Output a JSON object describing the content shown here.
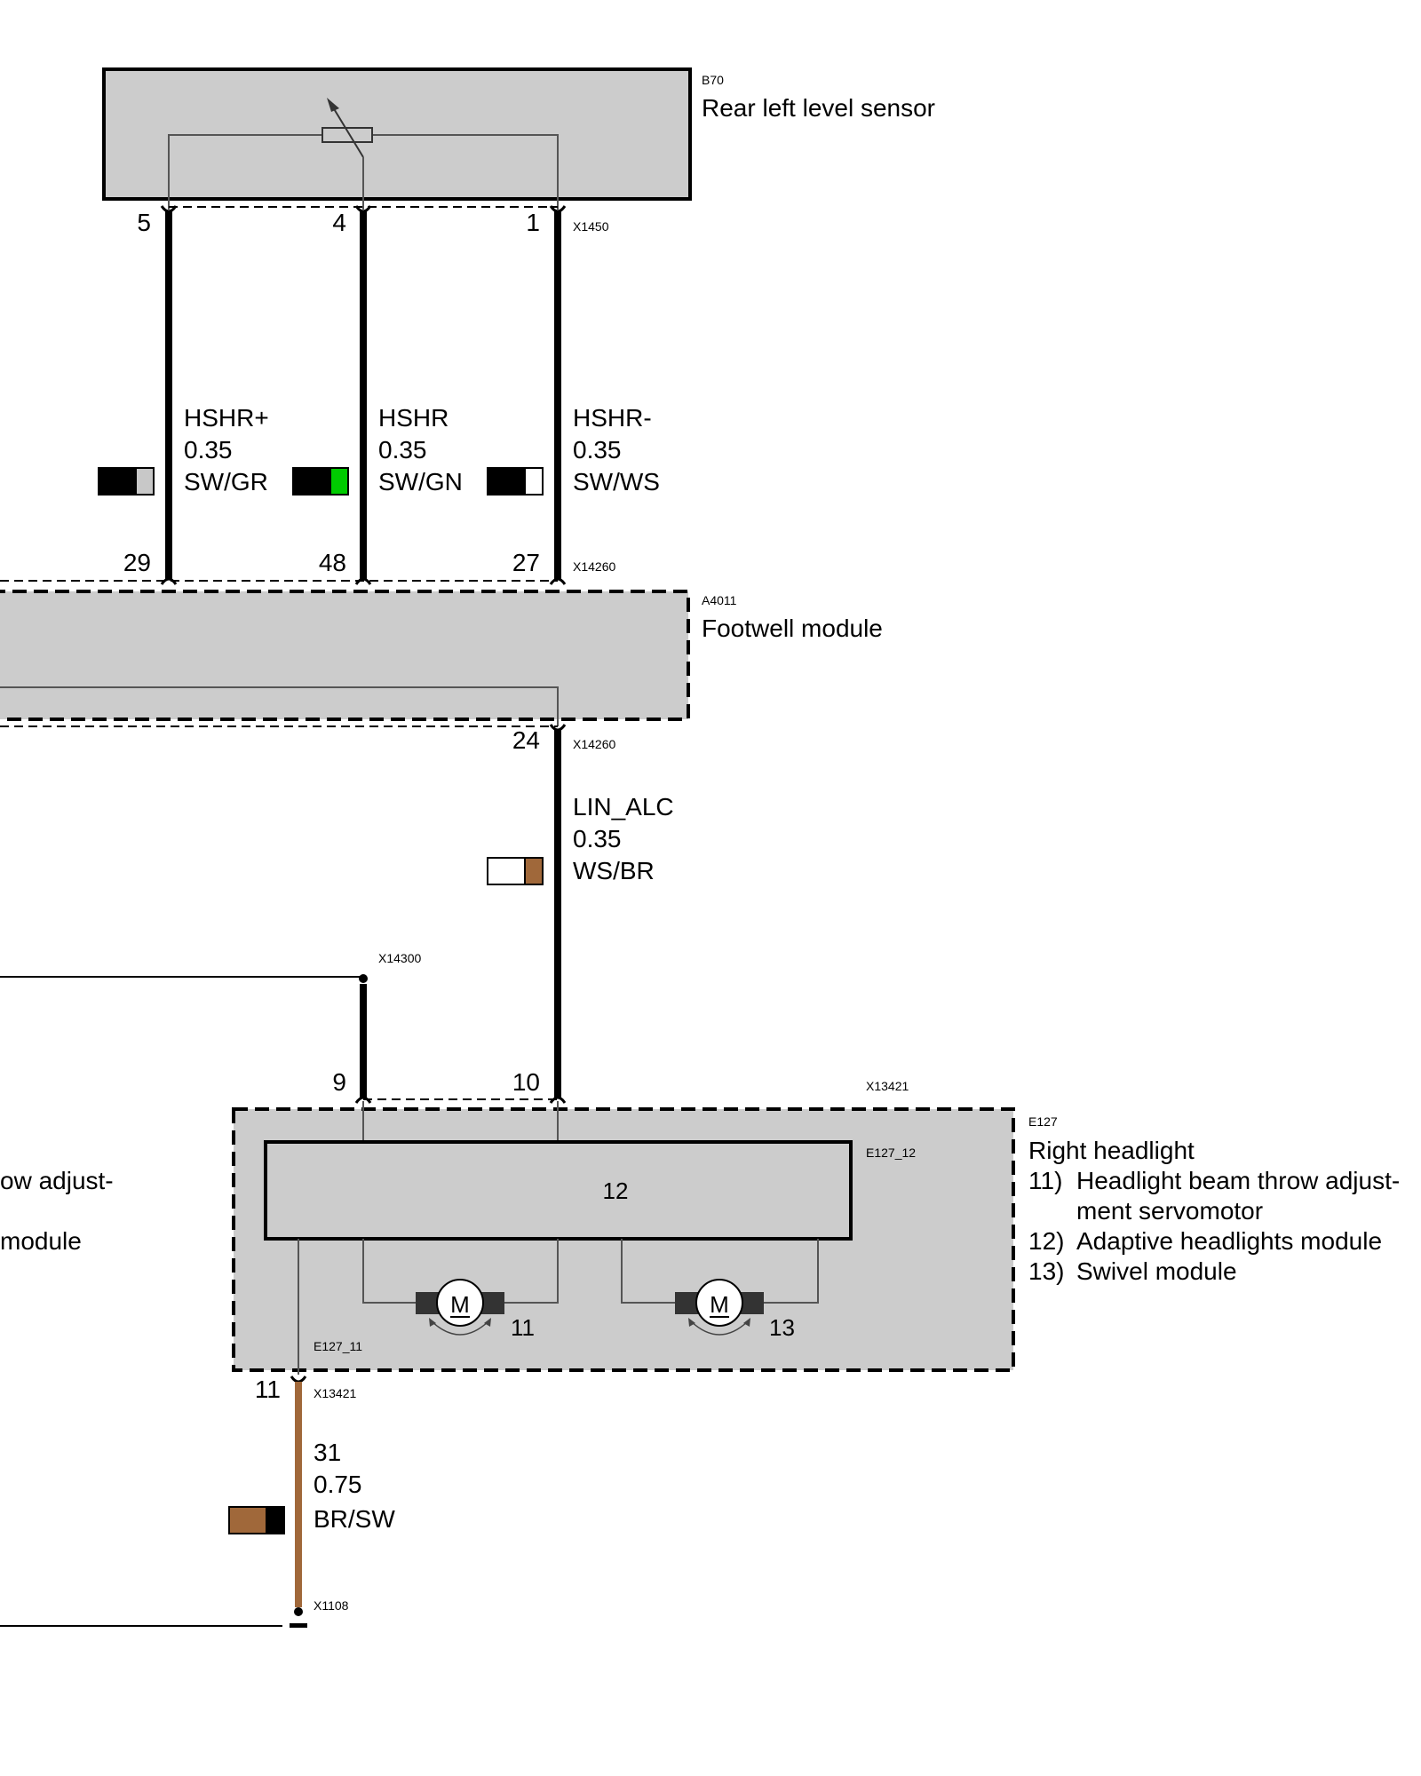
{
  "components": {
    "b70": {
      "code": "B70",
      "name": "Rear left level sensor",
      "connector": "X1450"
    },
    "a4011": {
      "code": "A4011",
      "name": "Footwell module",
      "connector_in": "X14260",
      "connector_out": "X14260"
    },
    "e127": {
      "code": "E127",
      "name": "Right headlight",
      "connector": "X13421",
      "connector_ground": "X13421",
      "submodule_12_code": "E127_12",
      "submodule_12_label": "12",
      "submodule_11_code": "E127_11",
      "motor_11_label": "11",
      "motor_13_label": "13",
      "legend": [
        {
          "num": "11)",
          "line1": "Headlight beam throw adjust-",
          "line2": "ment servomotor"
        },
        {
          "num": "12)",
          "line1": "Adaptive headlights module",
          "line2": ""
        },
        {
          "num": "13)",
          "line1": "Swivel module",
          "line2": ""
        }
      ],
      "left_partial_line1": "ow adjust-",
      "left_partial_line2": "module"
    }
  },
  "pins": {
    "b70": [
      "5",
      "4",
      "1"
    ],
    "a4011_in": [
      "29",
      "48",
      "27"
    ],
    "a4011_out": "24",
    "e127_in": [
      "9",
      "10"
    ],
    "e127_gnd": "11"
  },
  "wires": [
    {
      "signal": "HSHR+",
      "gauge": "0.35",
      "color": "SW/GR",
      "c1": "#000000",
      "c2": "#c8c8c8"
    },
    {
      "signal": "HSHR",
      "gauge": "0.35",
      "color": "SW/GN",
      "c1": "#000000",
      "c2": "#00cc00"
    },
    {
      "signal": "HSHR-",
      "gauge": "0.35",
      "color": "SW/WS",
      "c1": "#000000",
      "c2": "#ffffff"
    },
    {
      "signal": "LIN_ALC",
      "gauge": "0.35",
      "color": "WS/BR",
      "c1": "#ffffff",
      "c2": "#a0683a"
    },
    {
      "signal": "31",
      "gauge": "0.75",
      "color": "BR/SW",
      "c1": "#a0683a",
      "c2": "#000000"
    }
  ],
  "splices": {
    "x14300": "X14300",
    "x1108": "X1108"
  },
  "colors": {
    "module_fill": "#cccccc",
    "brown_wire": "#a0683a",
    "wire": "#000000"
  }
}
